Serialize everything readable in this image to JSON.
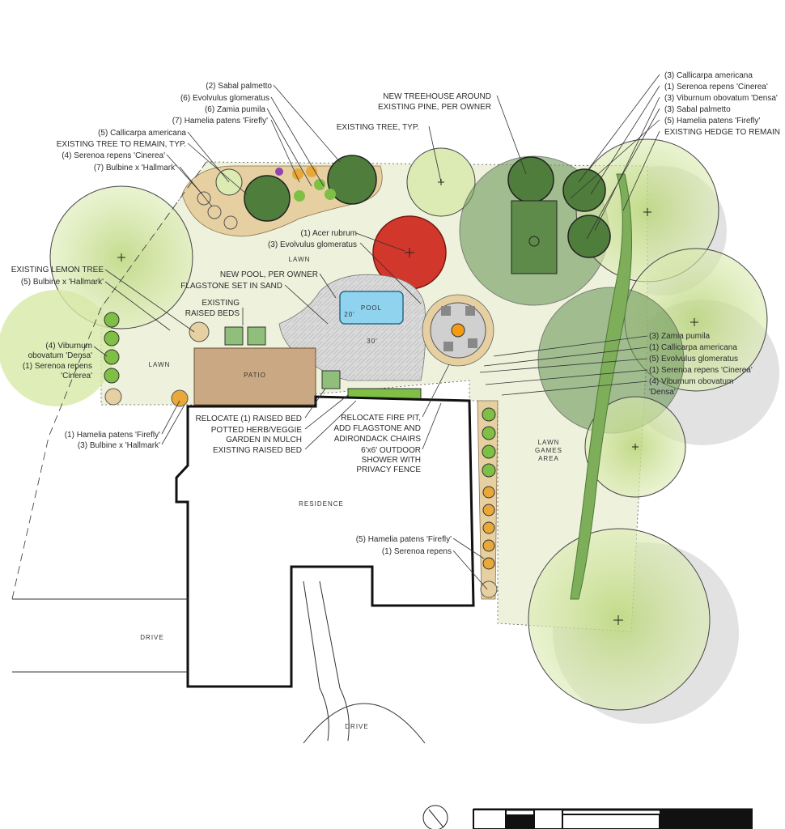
{
  "labels_left_top": [
    "(2) Sabal palmetto",
    "(6) Evolvulus glomeratus",
    "(6) Zamia pumila",
    "(7) Hamelia patens 'Firefly'",
    "(5) Callicarpa americana",
    "EXISTING TREE TO REMAIN, TYP.",
    "(4) Serenoa repens 'Cinerea'",
    "(7) Bulbine x 'Hallmark'"
  ],
  "labels_right_top": [
    "(3) Callicarpa americana",
    "(1) Serenoa repens 'Cinerea'",
    "(3) Viburnum obovatum 'Densa'",
    "(3) Sabal palmetto",
    "(5) Hamelia patens 'Firefly'",
    "EXISTING HEDGE TO REMAIN"
  ],
  "treehouse_label": [
    "NEW TREEHOUSE AROUND",
    "EXISTING PINE, PER OWNER"
  ],
  "existing_tree_label": "EXISTING TREE, TYP.",
  "acer_labels": [
    "(1) Acer rubrum",
    "(3) Evolvulus glomeratus"
  ],
  "pool_labels": [
    "NEW POOL, PER OWNER",
    "FLAGSTONE SET IN SAND"
  ],
  "raised_beds_label": [
    "EXISTING",
    "RAISED BEDS"
  ],
  "lemon_labels": [
    "EXISTING LEMON TREE",
    "(5) Bulbine x 'Hallmark'"
  ],
  "viburnum_left_label": [
    "(4) Viburnum",
    "obovatum 'Densa'",
    "(1) Serenoa repens",
    "'Cinerea'"
  ],
  "bottom_left_labels": [
    "(1) Hamelia patens 'Firefly'",
    "(3) Bulbine x 'Hallmark'"
  ],
  "raised_bed_labels": [
    "RELOCATE (1) RAISED BED",
    "POTTED HERB/VEGGIE",
    "GARDEN IN MULCH",
    "EXISTING RAISED BED"
  ],
  "firepit_labels": [
    "RELOCATE FIRE PIT,",
    "ADD FLAGSTONE AND",
    "ADIRONDACK CHAIRS"
  ],
  "shower_labels": [
    "6'x6' OUTDOOR",
    "SHOWER WITH",
    "PRIVACY FENCE"
  ],
  "labels_right_mid": [
    "(3) Zamia pumila",
    "(1) Callicarpa americana",
    "(5) Evolvulus glomeratus",
    "(1) Serenoa repens 'Cinerea'",
    "(4) Viburnum obovatum",
    "'Densa'"
  ],
  "side_labels": [
    "(5) Hamelia patens 'Firefly'",
    "(1) Serenoa repens"
  ],
  "area_labels": {
    "lawn_top": "LAWN",
    "lawn_left": "LAWN",
    "lawn_games": [
      "LAWN",
      "GAMES",
      "AREA"
    ],
    "patio": "PATIO",
    "pool": "POOL",
    "residence": "RESIDENCE",
    "drive_left": "DRIVE",
    "drive_bottom": "DRIVE",
    "dim_20": "20'",
    "dim_30": "30'"
  },
  "colors": {
    "lawn": "#eef2dc",
    "canopy": "#c9de8c",
    "dark_canopy": "#6f9a5c",
    "acer": "#d2372c",
    "patio": "#caa883",
    "pool": "#8fd3ef",
    "mulch": "#e6cfa0",
    "flagstone": "#d5d5d5"
  }
}
